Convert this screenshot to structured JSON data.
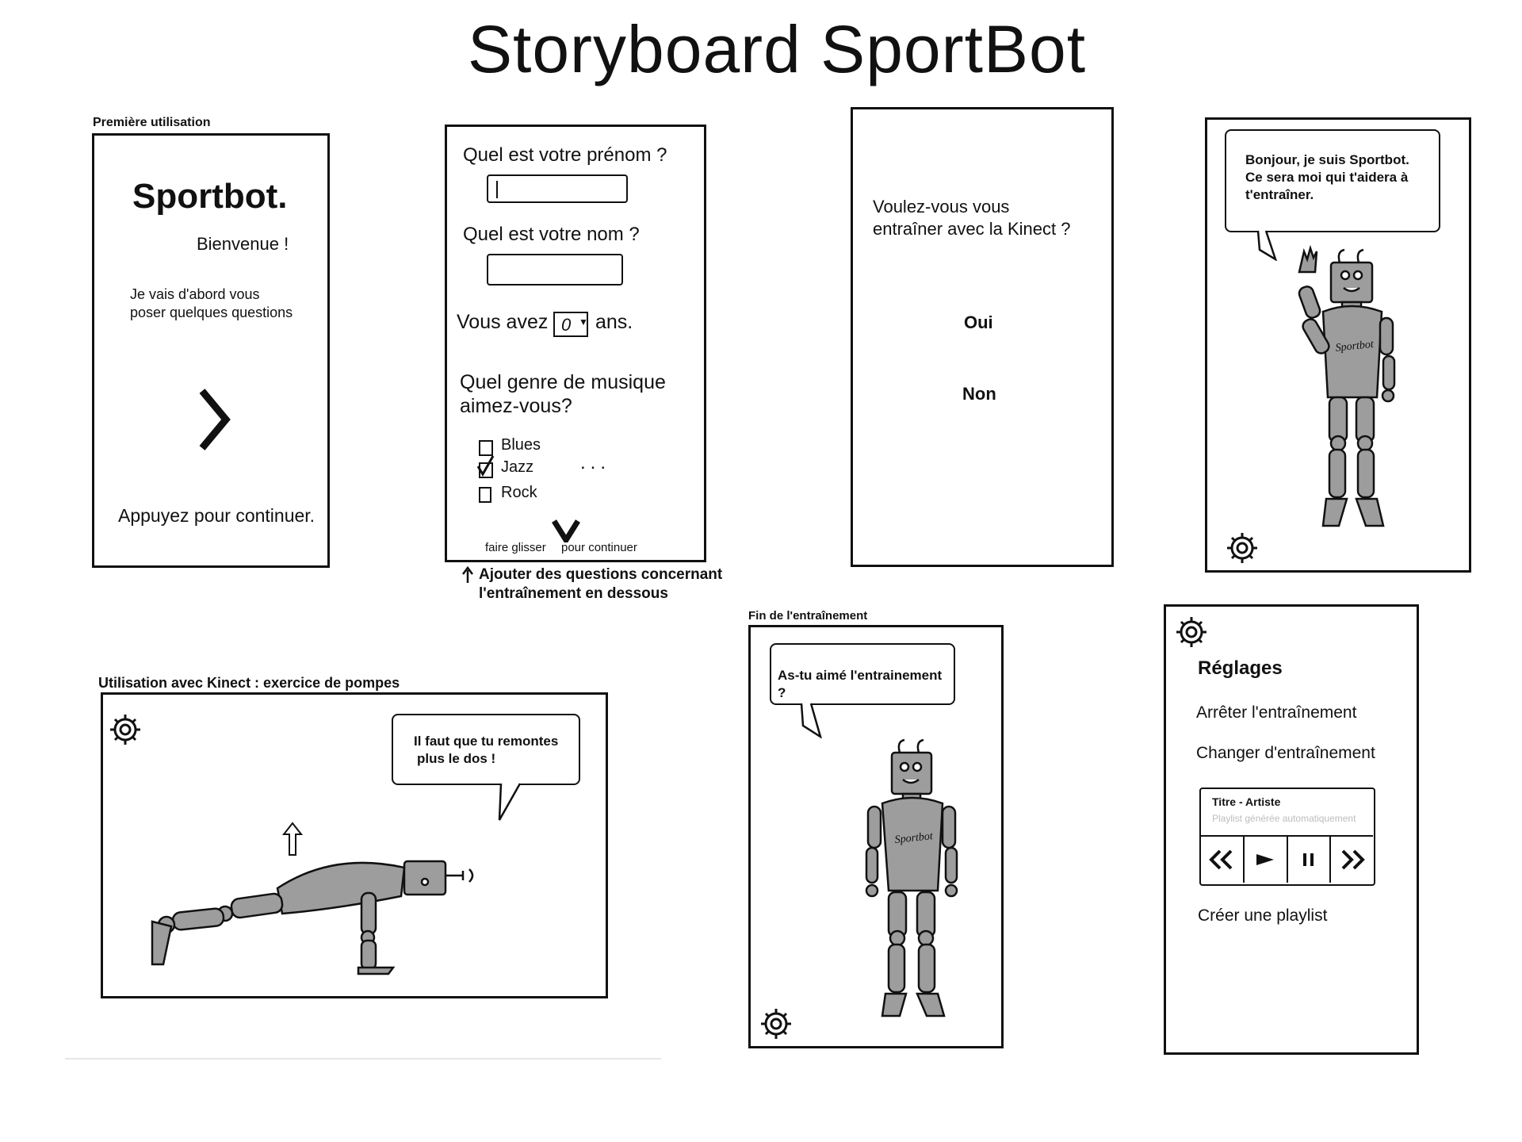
{
  "title": "Storyboard SportBot",
  "panel1": {
    "caption": "Première utilisation",
    "brand": "Sportbot.",
    "welcome": "Bienvenue !",
    "intro_line1": "Je vais d'abord vous",
    "intro_line2": "poser quelques questions",
    "continue": "Appuyez pour continuer."
  },
  "panel2": {
    "q_firstname": "Quel est votre prénom ?",
    "q_lastname": "Quel est votre nom ?",
    "age_prefix": "Vous avez",
    "age_value": "0",
    "age_suffix": "ans.",
    "q_music_line1": "Quel genre de musique",
    "q_music_line2": "aimez-vous?",
    "options": [
      {
        "label": "Blues",
        "checked": false
      },
      {
        "label": "Jazz",
        "checked": true
      },
      {
        "label": "Rock",
        "checked": false
      }
    ],
    "ellipsis": "...",
    "swipe_left": "faire glisser",
    "swipe_right": "pour continuer",
    "note_line1": "Ajouter des questions concernant",
    "note_line2": "l'entraînement en dessous"
  },
  "panel3": {
    "question_line1": "Voulez-vous vous",
    "question_line2": "entraîner avec la Kinect ?",
    "yes": "Oui",
    "no": "Non"
  },
  "panel4": {
    "speech_line1": "Bonjour, je suis Sportbot.",
    "speech_line2": "Ce sera moi qui t'aidera à",
    "speech_line3": "t'entraîner.",
    "robot_text": "Sportbot"
  },
  "panel5": {
    "caption": "Utilisation avec Kinect : exercice de pompes",
    "speech_line1": "Il faut que tu remontes",
    "speech_line2": "plus le dos !"
  },
  "panel6": {
    "caption": "Fin de l'entraînement",
    "speech": "As-tu aimé l'entrainement ?",
    "robot_text": "Sportbot"
  },
  "panel7": {
    "heading": "Réglages",
    "stop": "Arrêter l'entraînement",
    "change": "Changer d'entraînement",
    "track": "Titre  - Artiste",
    "playlist_note": "Playlist générée automatiquement",
    "create_playlist": "Créer une playlist"
  }
}
